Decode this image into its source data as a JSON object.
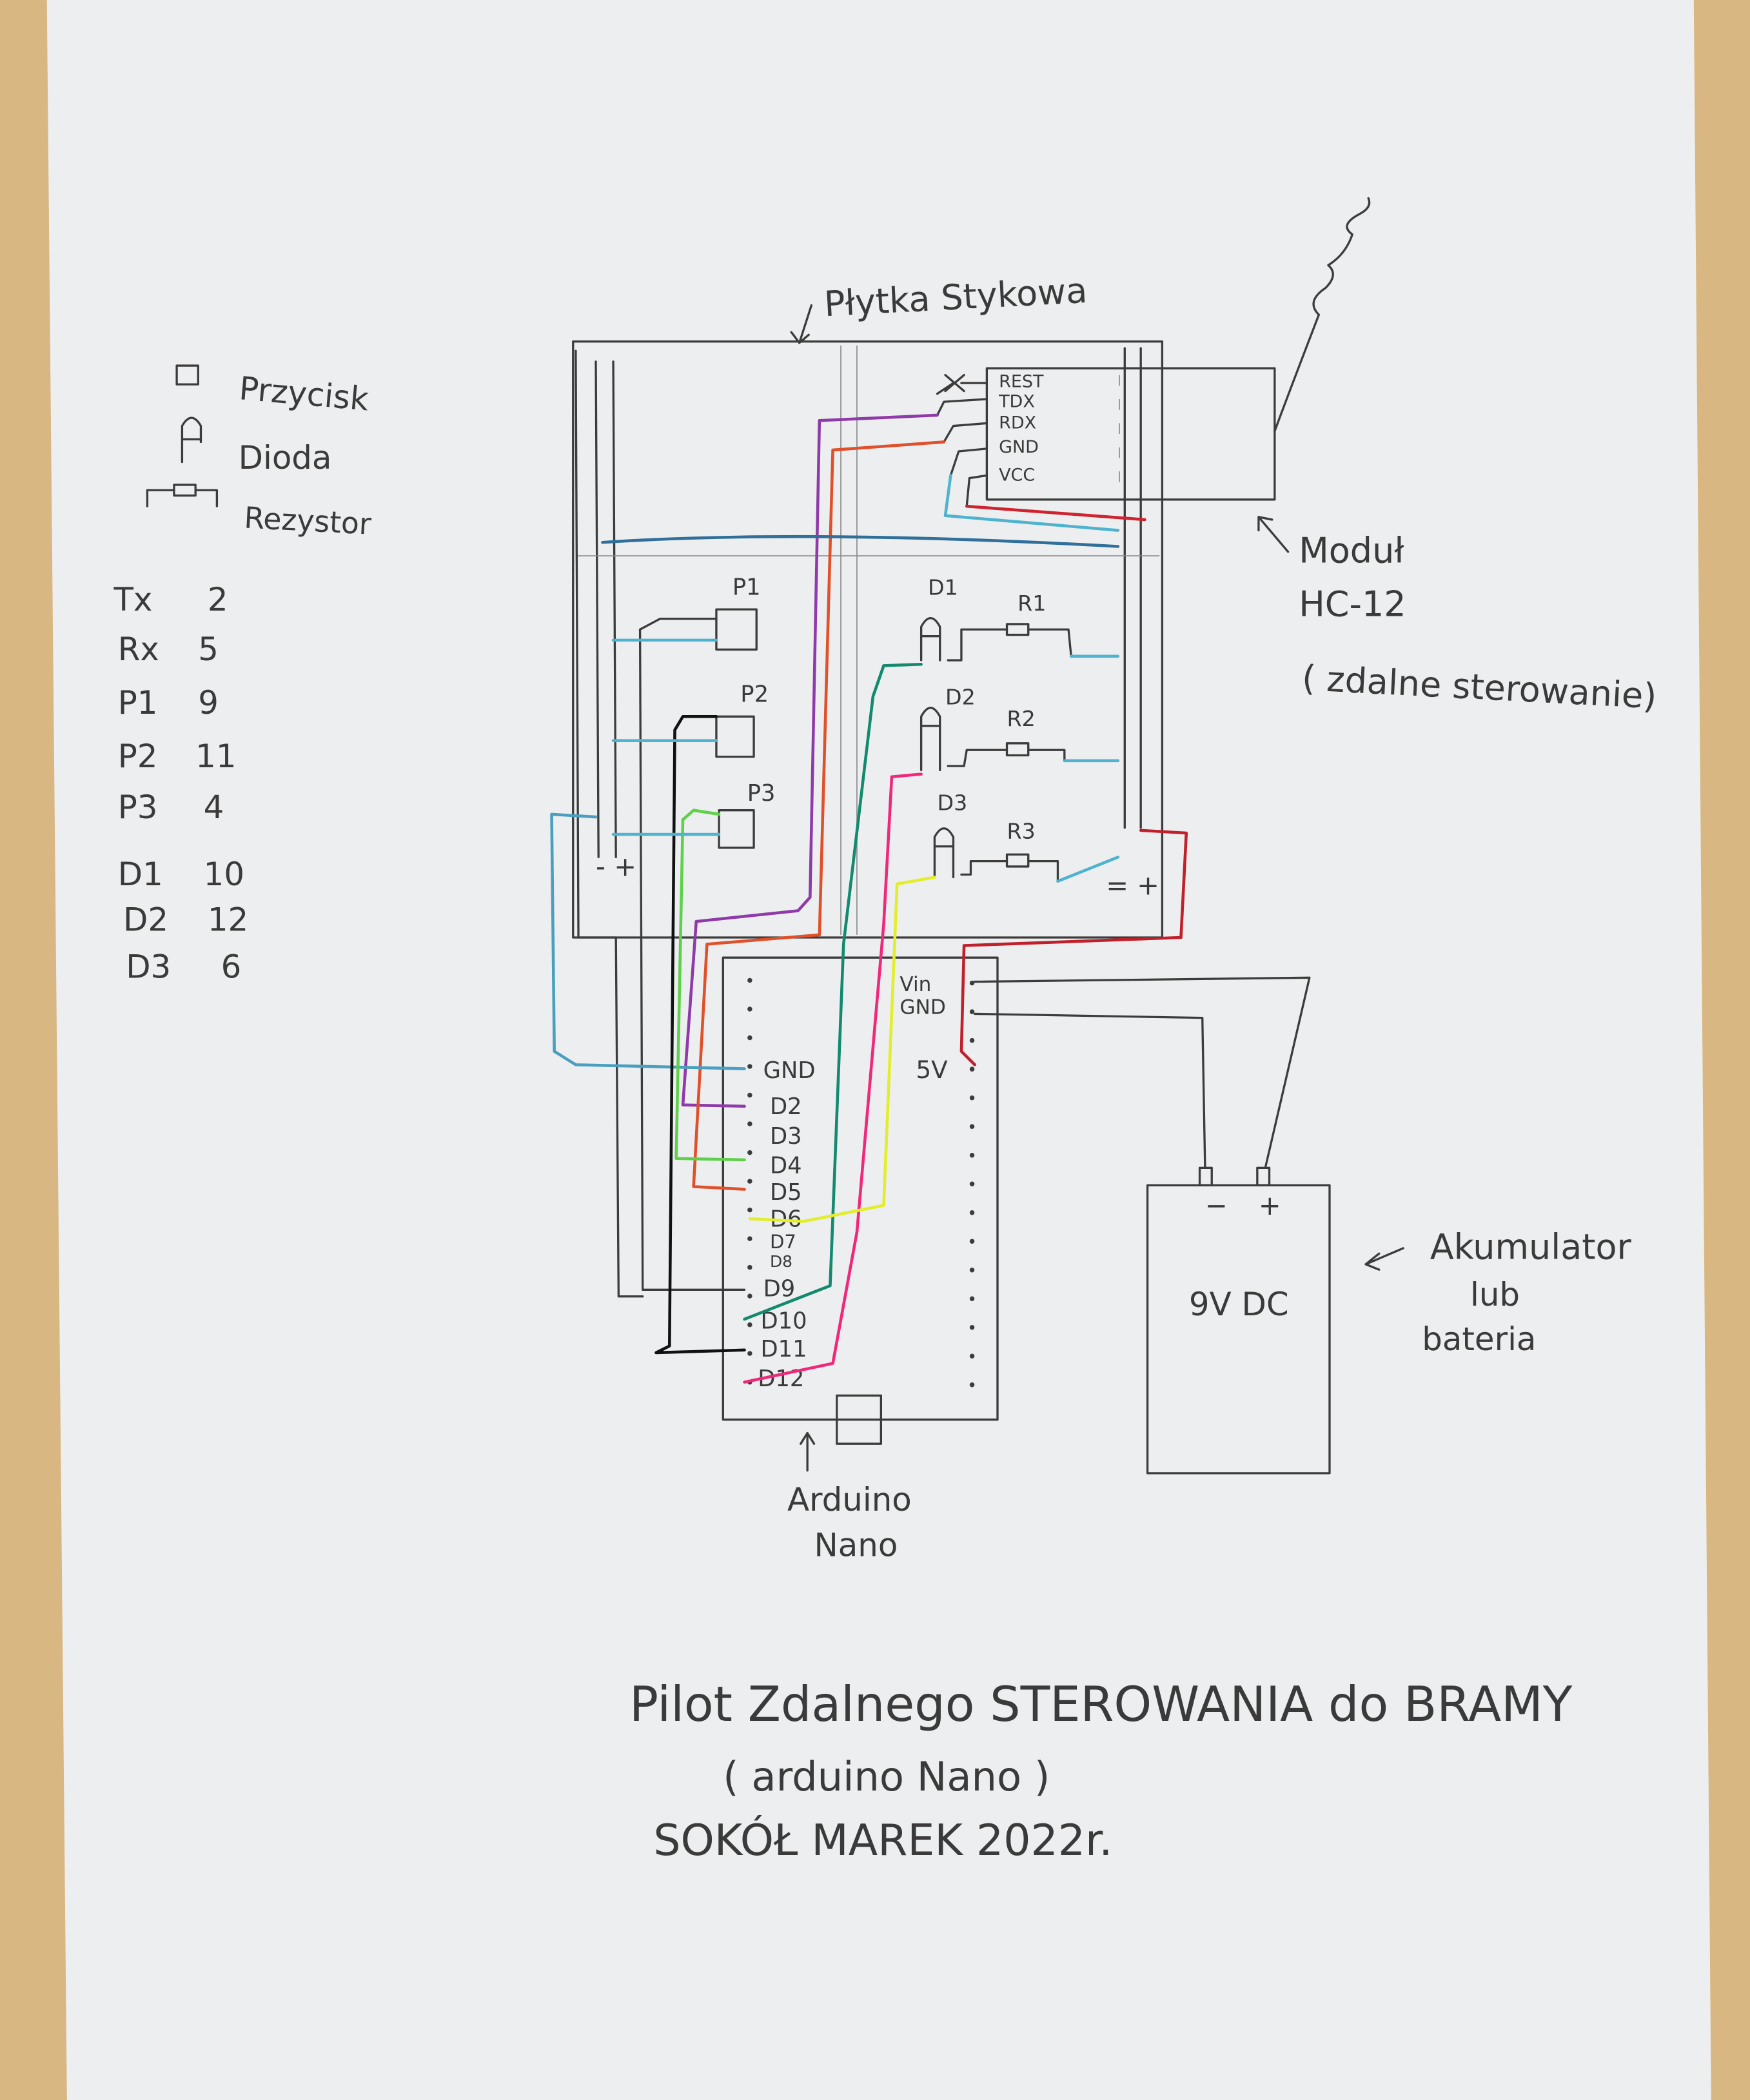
{
  "colors": {
    "paper": "#eceeef",
    "wood": "#d8b782",
    "pencil": "#3c3c3c",
    "wire_purple": "#8e3aa8",
    "wire_orange": "#e0502a",
    "wire_cyan": "#4fb3cf",
    "wire_red": "#d0232f",
    "wire_blue": "#2f6f9a",
    "wire_black": "#111111",
    "wire_green": "#5fd04a",
    "wire_teal": "#138a6e",
    "wire_pink": "#f0287a",
    "wire_yellow": "#e2ee2a"
  },
  "breadboard": {
    "label": "Płytka Stykowa",
    "rail_left": "- +",
    "rail_right": "= +"
  },
  "legend": {
    "items": [
      {
        "symbol": "button-icon",
        "label": "Przycisk"
      },
      {
        "symbol": "diode-icon",
        "label": "Dioda"
      },
      {
        "symbol": "resistor-icon",
        "label": "Rezystor"
      }
    ]
  },
  "pin_table": [
    {
      "name": "Tx",
      "pin": "2"
    },
    {
      "name": "Rx",
      "pin": "5"
    },
    {
      "name": "P1",
      "pin": "9"
    },
    {
      "name": "P2",
      "pin": "11"
    },
    {
      "name": "P3",
      "pin": "4"
    },
    {
      "name": "D1",
      "pin": "10"
    },
    {
      "name": "D2",
      "pin": "12"
    },
    {
      "name": "D3",
      "pin": "6"
    }
  ],
  "hc12": {
    "pins": [
      "REST",
      "TDX",
      "RDX",
      "GND",
      "VCC"
    ],
    "caption_line1": "Moduł",
    "caption_line2": "HC-12",
    "caption_line3": "( zdalne sterowanie)"
  },
  "components": {
    "buttons": [
      "P1",
      "P2",
      "P3"
    ],
    "diodes": [
      "D1",
      "D2",
      "D3"
    ],
    "resistors": [
      "R1",
      "R2",
      "R3"
    ]
  },
  "nano": {
    "left_pins": [
      "GND",
      "D2",
      "D3",
      "D4",
      "D5",
      "D6",
      "D7",
      "D8",
      "D9",
      "D10",
      "D11",
      "D12"
    ],
    "right_pins": [
      "Vin",
      "GND",
      "5V"
    ],
    "caption_line1": "Arduino",
    "caption_line2": "Nano"
  },
  "battery": {
    "minus": "−",
    "plus": "+",
    "label": "9V DC",
    "caption_line1": "Akumulator",
    "caption_line2": "lub",
    "caption_line3": "bateria"
  },
  "title": {
    "line1": "Pilot Zdalnego STEROWANIA do BRAMY",
    "line2": "( arduino Nano )",
    "line3": "SOKÓŁ MAREK 2022r."
  }
}
